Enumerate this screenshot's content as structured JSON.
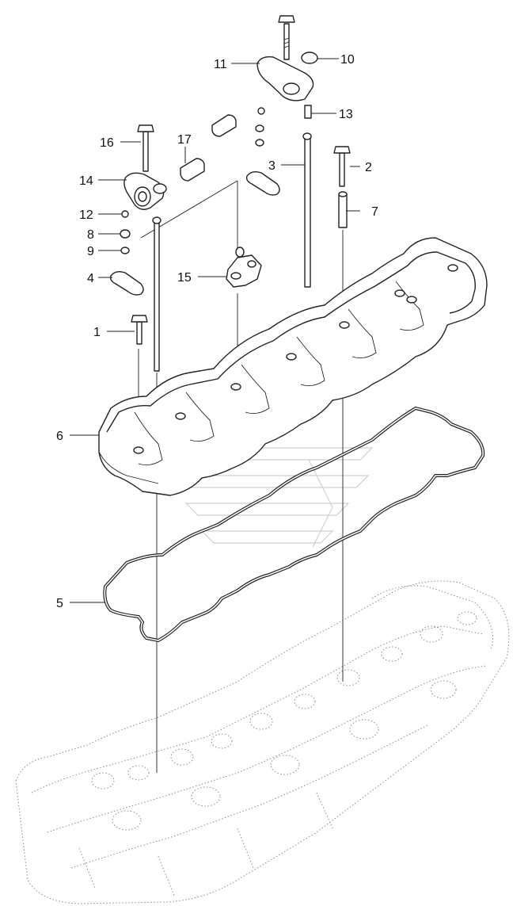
{
  "labels": {
    "p1": "1",
    "p2": "2",
    "p3": "3",
    "p4": "4",
    "p5": "5",
    "p6": "6",
    "p7": "7",
    "p8": "8",
    "p9": "9",
    "p10": "10",
    "p11": "11",
    "p12": "12",
    "p13": "13",
    "p14": "14",
    "p15": "15",
    "p16": "16",
    "p17": "17"
  },
  "colors": {
    "line": "#222222",
    "engine": "#8a8a8a",
    "background": "#ffffff"
  }
}
